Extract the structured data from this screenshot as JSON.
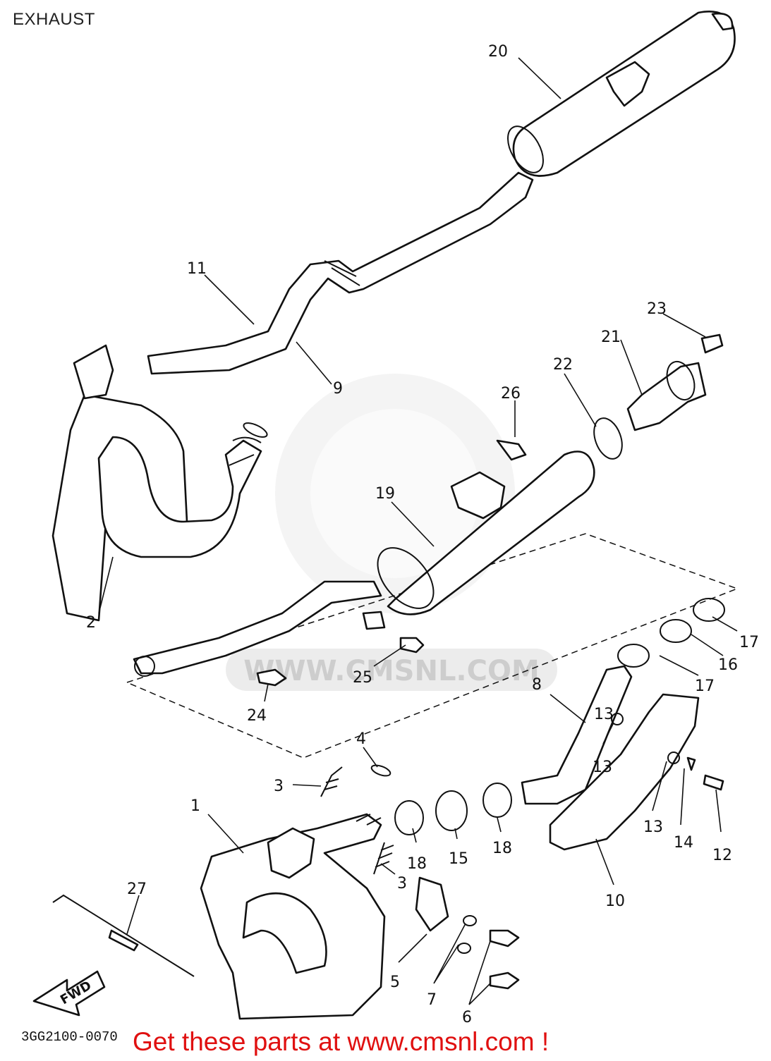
{
  "title": "EXHAUST",
  "watermark": "WWW.CMSNL.COM",
  "diagram_code": "3GG2100-0070",
  "banner": "Get these parts at www.cmsnl.com !",
  "fwd_label": "FWD",
  "callouts": {
    "c1": "1",
    "c2": "2",
    "c3a": "3",
    "c3b": "3",
    "c4": "4",
    "c5": "5",
    "c6": "6",
    "c7": "7",
    "c8": "8",
    "c9": "9",
    "c10": "10",
    "c11": "11",
    "c12": "12",
    "c13a": "13",
    "c13b": "13",
    "c13c": "13",
    "c14": "14",
    "c15": "15",
    "c16": "16",
    "c17a": "17",
    "c17b": "17",
    "c18a": "18",
    "c18b": "18",
    "c19": "19",
    "c20": "20",
    "c21": "21",
    "c22": "22",
    "c23": "23",
    "c24": "24",
    "c25": "25",
    "c26": "26",
    "c27": "27"
  },
  "colors": {
    "banner": "#e01010",
    "line": "#111111",
    "watermark": "#dcdcdc"
  }
}
